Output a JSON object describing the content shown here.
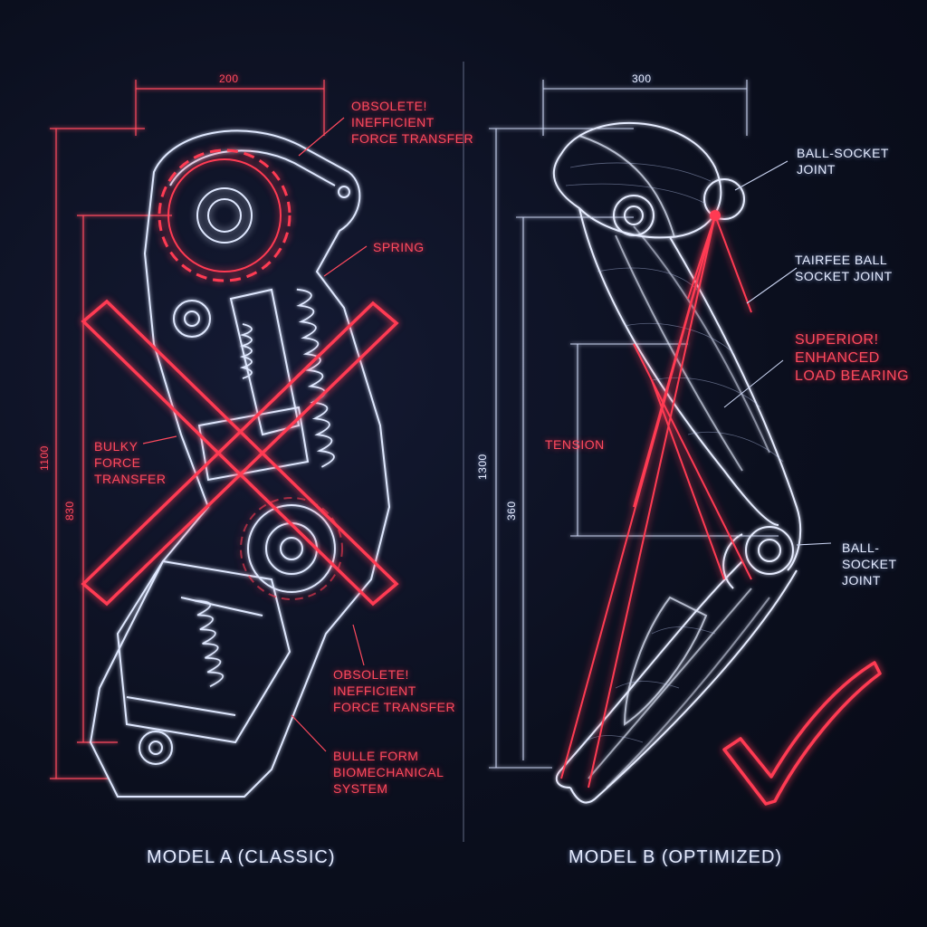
{
  "model_a": {
    "title": "MODEL A (CLASSIC)",
    "dim_width": "200",
    "dim_height_outer": "1100",
    "dim_height_inner": "830",
    "labels": {
      "obsolete_top_1": "OBSOLETE!",
      "obsolete_top_2": "INEFFICIENT",
      "obsolete_top_3": "FORCE TRANSFER",
      "spring": "SPRING",
      "bulky_1": "BULKY",
      "bulky_2": "FORCE",
      "bulky_3": "TRANSFER",
      "obsolete_bot_1": "OBSOLETE!",
      "obsolete_bot_2": "INEFFICIENT",
      "obsolete_bot_3": "FORCE TRANSFER",
      "bulle_1": "BULLE FORM",
      "bulle_2": "BIOMECHANICAL",
      "bulle_3": "SYSTEM"
    }
  },
  "model_b": {
    "title": "MODEL B (OPTIMIZED)",
    "dim_width": "300",
    "dim_height_outer": "1300",
    "dim_height_inner": "360",
    "labels": {
      "ball_top_1": "BALL-SOCKET",
      "ball_top_2": "JOINT",
      "tairee_1": "TAIRFEE BALL",
      "tairee_2": "SOCKET JOINT",
      "superior_1": "SUPERIOR!",
      "superior_2": "ENHANCED",
      "superior_3": "LOAD BEARING",
      "tension": "TENSION",
      "ball_bot_1": "BALL-",
      "ball_bot_2": "SOCKET",
      "ball_bot_3": "JOINT"
    }
  },
  "colors": {
    "accent_red": "#ff3a52",
    "line_white": "#dfe8ff",
    "background": "#0b0f1e"
  },
  "icons": [
    "reject-x-icon",
    "approve-checkmark-icon",
    "gear-icon",
    "spring-icon"
  ]
}
